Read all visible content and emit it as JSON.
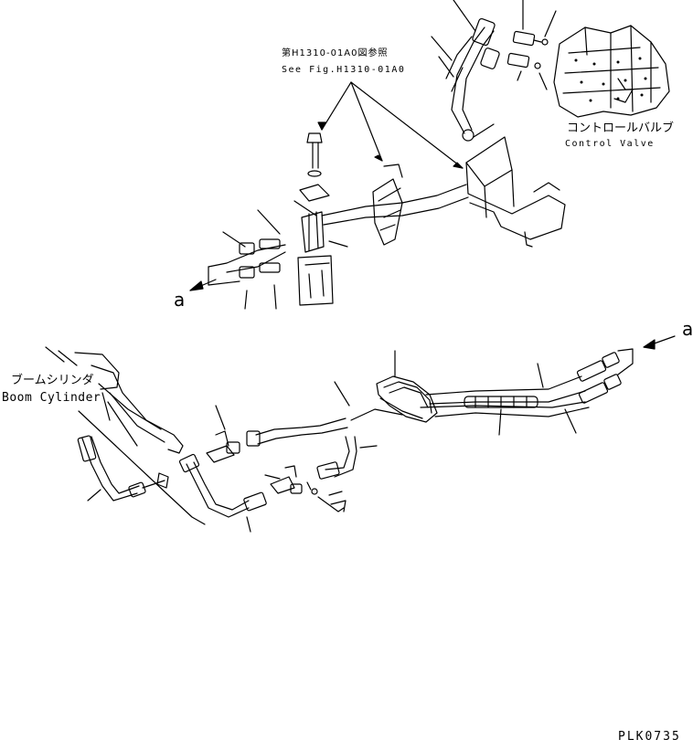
{
  "reference_note": {
    "japanese": "第H1310-01A0図参照",
    "english": "See Fig.H1310-01A0"
  },
  "control_valve": {
    "japanese": "コントロールバルブ",
    "english": "Control Valve"
  },
  "boom_cylinder": {
    "japanese": "ブームシリンダ",
    "english": "Boom Cylinder"
  },
  "connection_marks": [
    "a",
    "a"
  ],
  "drawing_code": "PLK0735",
  "colors": {
    "line": "#000000",
    "background": "#ffffff"
  }
}
